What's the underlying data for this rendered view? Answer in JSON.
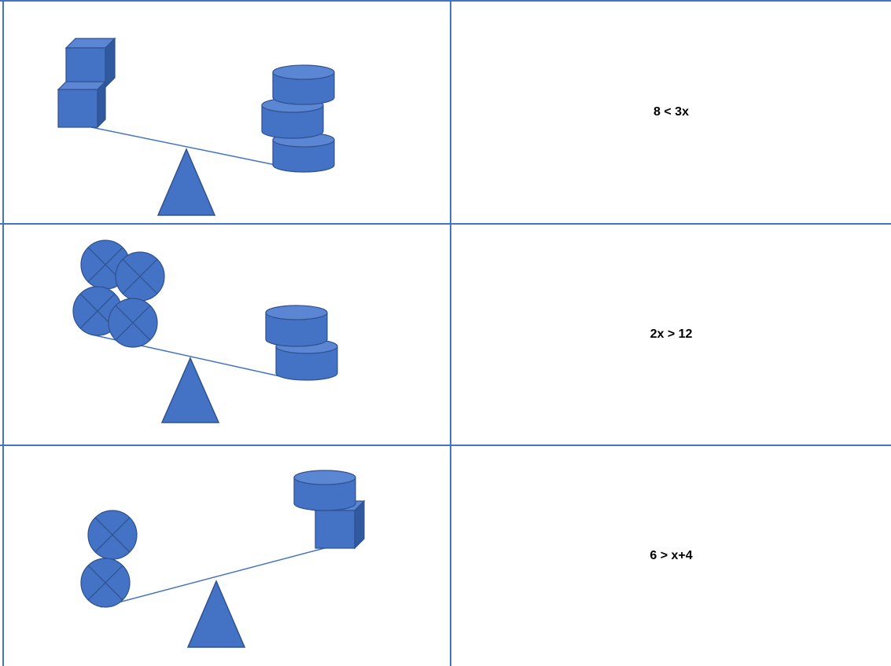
{
  "colors": {
    "shape_fill": "#4472c4",
    "shape_edge": "#2f528f",
    "shape_top": "#5b86d3",
    "shape_side": "#30599f",
    "grid": "#4472c4",
    "text": "#000000"
  },
  "rows": [
    {
      "left_objects": [
        "cube-icon",
        "cube-icon"
      ],
      "right_objects": [
        "cylinder-icon",
        "cylinder-icon",
        "cylinder-icon"
      ],
      "tilt": "left side up",
      "inequality": "8 < 3x"
    },
    {
      "left_objects": [
        "crossed-circle-icon",
        "crossed-circle-icon",
        "crossed-circle-icon",
        "crossed-circle-icon"
      ],
      "right_objects": [
        "cylinder-icon",
        "cylinder-icon"
      ],
      "tilt": "left side up",
      "inequality": "2x > 12"
    },
    {
      "left_objects": [
        "crossed-circle-icon",
        "crossed-circle-icon"
      ],
      "right_objects": [
        "cylinder-icon",
        "cube-icon"
      ],
      "tilt": "left side down",
      "inequality": "6 > x+4"
    }
  ]
}
